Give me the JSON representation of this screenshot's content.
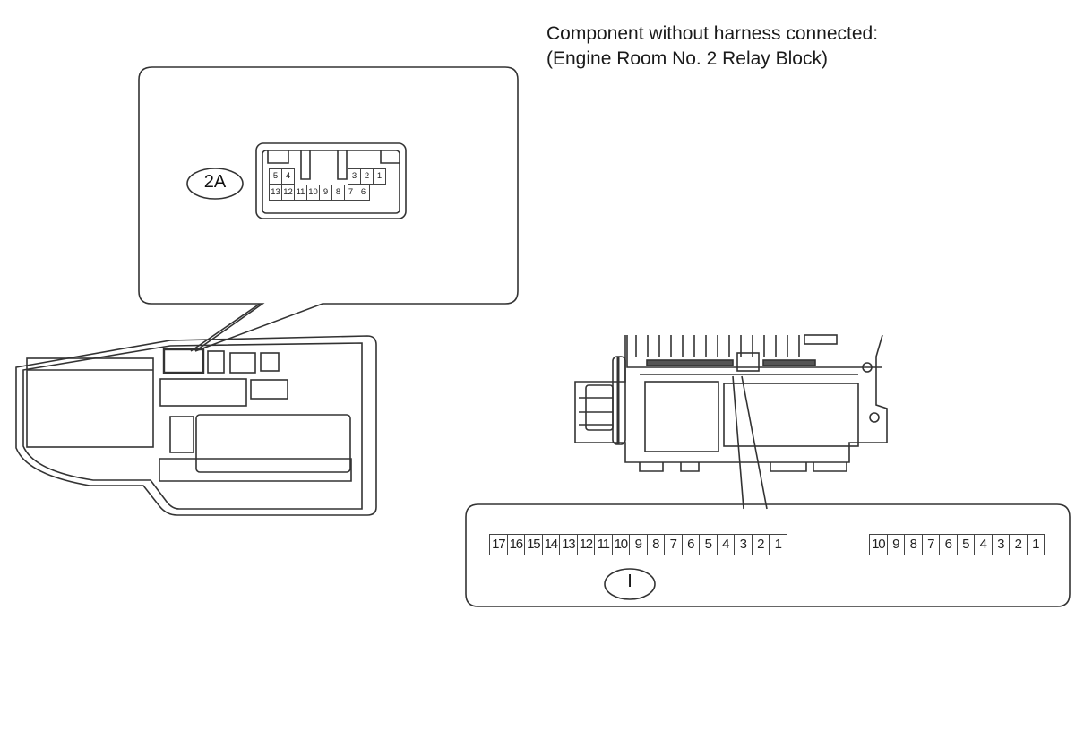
{
  "caption": {
    "line1": "Component without harness connected:",
    "line2": "(Engine Room No. 2 Relay Block)"
  },
  "connector_2a": {
    "label": "2A",
    "top_left_pins": [
      "5",
      "4"
    ],
    "top_right_pins": [
      "3",
      "2",
      "1"
    ],
    "bottom_pins": [
      "13",
      "12",
      "11",
      "10",
      "9",
      "8",
      "7",
      "6"
    ]
  },
  "connector_i": {
    "label": "I",
    "left_pins": [
      "17",
      "16",
      "15",
      "14",
      "13",
      "12",
      "11",
      "10",
      "9",
      "8",
      "7",
      "6",
      "5",
      "4",
      "3",
      "2",
      "1"
    ],
    "right_pins": [
      "10",
      "9",
      "8",
      "7",
      "6",
      "5",
      "4",
      "3",
      "2",
      "1"
    ]
  }
}
